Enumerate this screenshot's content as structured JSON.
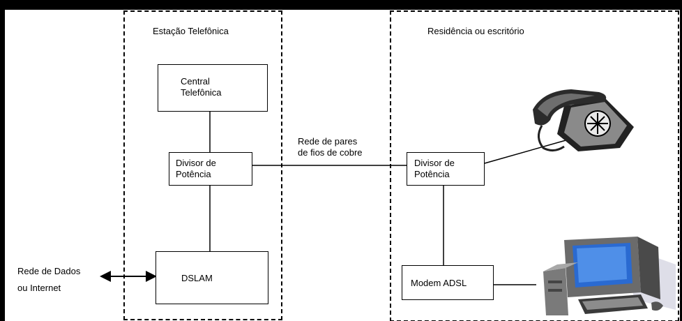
{
  "regions": {
    "station_title": "Estação Telefônica",
    "residence_title": "Residência ou escritório"
  },
  "nodes": {
    "central": "Central\nTelefônica",
    "divisor_station": "Divisor de\nPotência",
    "dslam": "DSLAM",
    "divisor_residence": "Divisor de\nPotência",
    "modem": "Modem ADSL"
  },
  "labels": {
    "copper_network": "Rede de pares\nde fios de cobre",
    "data_network": "Rede de Dados\nou Internet"
  },
  "icons": {
    "telephone": "telephone-icon",
    "computer": "computer-icon"
  }
}
